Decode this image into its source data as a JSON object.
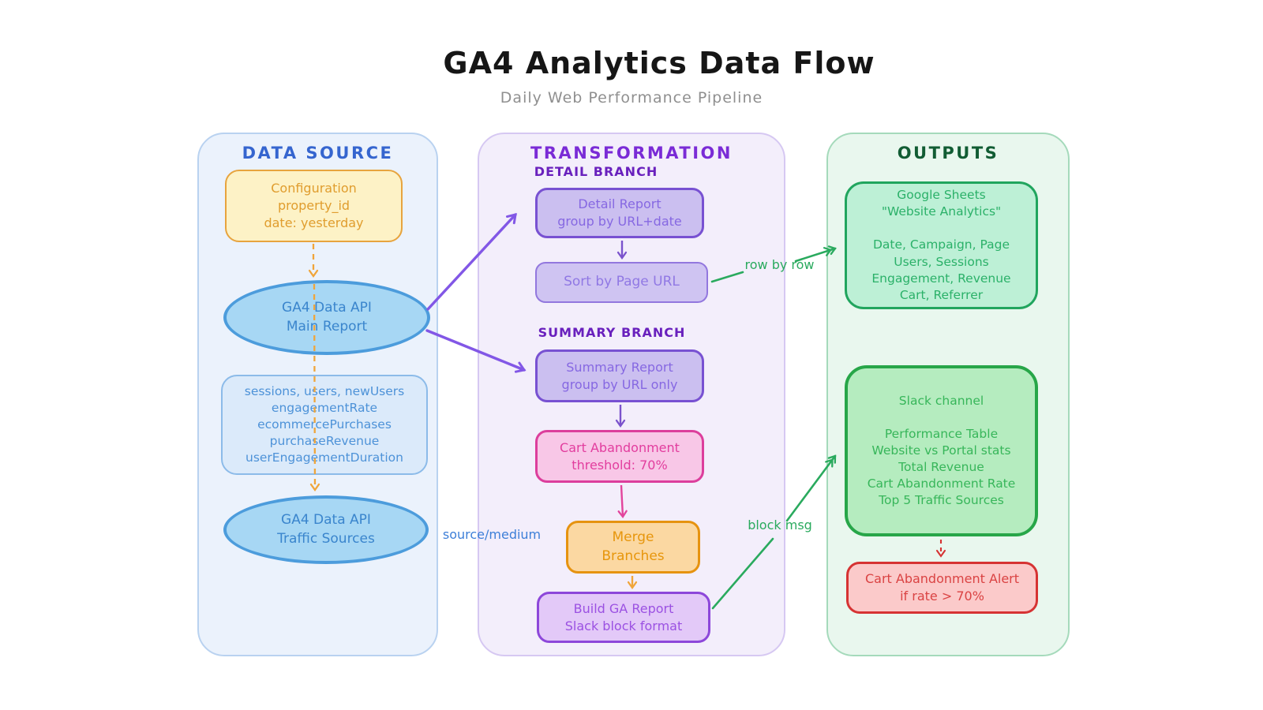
{
  "title": "GA4 Analytics Data Flow",
  "subtitle": "Daily Web Performance Pipeline",
  "data_source": {
    "header": "DATA SOURCE",
    "config": {
      "lines": [
        "Configuration",
        "property_id",
        "date: yesterday"
      ]
    },
    "main_api": {
      "lines": [
        "GA4 Data API",
        "Main Report"
      ]
    },
    "metrics": {
      "lines": [
        "sessions, users, newUsers",
        "engagementRate",
        "ecommercePurchases",
        "purchaseRevenue",
        "userEngagementDuration"
      ]
    },
    "traffic": {
      "lines": [
        "GA4 Data API",
        "Traffic Sources"
      ]
    }
  },
  "transformation": {
    "header": "TRANSFORMATION",
    "detail_branch_label": "DETAIL BRANCH",
    "detail": {
      "lines": [
        "Detail Report",
        "group by URL+date"
      ]
    },
    "sort": {
      "lines": [
        "Sort by Page URL"
      ]
    },
    "summary_branch_label": "SUMMARY BRANCH",
    "summary": {
      "lines": [
        "Summary Report",
        "group by URL only"
      ]
    },
    "cart": {
      "lines": [
        "Cart Abandonment",
        "threshold: 70%"
      ]
    },
    "merge": {
      "lines": [
        "Merge",
        "Branches"
      ]
    },
    "build": {
      "lines": [
        "Build GA Report",
        "Slack block format"
      ]
    }
  },
  "outputs": {
    "header": "OUTPUTS",
    "sheets": {
      "lines": [
        "Google Sheets",
        "\"Website Analytics\"",
        "",
        "Date, Campaign, Page",
        "Users, Sessions",
        "Engagement, Revenue",
        "Cart, Referrer"
      ]
    },
    "slack": {
      "lines": [
        "Slack channel",
        "",
        "Performance Table",
        "Website vs Portal stats",
        "Total Revenue",
        "Cart Abandonment Rate",
        "Top 5 Traffic Sources"
      ]
    },
    "alert": {
      "lines": [
        "Cart Abandonment Alert",
        "if rate > 70%"
      ]
    }
  },
  "edge_labels": {
    "row_by_row": "row by row",
    "source_medium": "source/medium",
    "block_msg": "block msg"
  },
  "colors": {
    "ds_header": "#3565cf",
    "tr_header": "#7a2bd6",
    "out_header": "#115c33",
    "orange": "#f0a53a",
    "blue": "#4c9cdc",
    "purple": "#8257e6",
    "pink": "#e2449c",
    "green": "#2aaa5e",
    "red": "#d63333"
  }
}
